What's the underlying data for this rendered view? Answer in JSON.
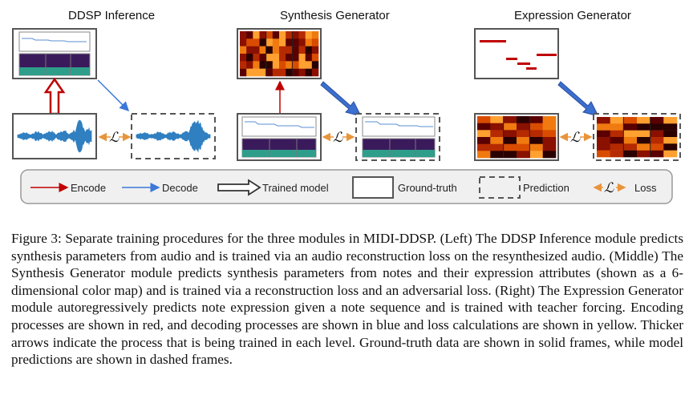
{
  "figure": {
    "titles": {
      "left": "DDSP Inference",
      "middle": "Synthesis Generator",
      "right": "Expression Generator"
    },
    "loss_symbol": "ℒ",
    "legend": {
      "encode": "Encode",
      "decode": "Decode",
      "trained_model": "Trained model",
      "ground_truth": "Ground-truth",
      "prediction": "Prediction",
      "loss": "Loss"
    },
    "colors": {
      "encode": "#c00000",
      "decode": "#3b78d8",
      "loss": "#e8943a",
      "waveform": "#2f7fc1",
      "frame": "#555555"
    }
  },
  "caption": {
    "label": "Figure 3:",
    "text": "Separate training procedures for the three modules in MIDI-DDSP. (Left) The DDSP Inference module predicts synthesis parameters from audio and is trained via an audio reconstruction loss on the resynthesized audio. (Middle) The Synthesis Generator module predicts synthesis parameters from notes and their expression attributes (shown as a 6-dimensional color map) and is trained via a reconstruction loss and an adversarial loss. (Right) The Expression Generator module autoregressively predicts note expression given a note sequence and is trained with teacher forcing. Encoding processes are shown in red, and decoding processes are shown in blue and loss calculations are shown in yellow. Thicker arrows indicate the process that is being trained in each level. Ground-truth data are shown in solid frames, while model predictions are shown in dashed frames."
  }
}
